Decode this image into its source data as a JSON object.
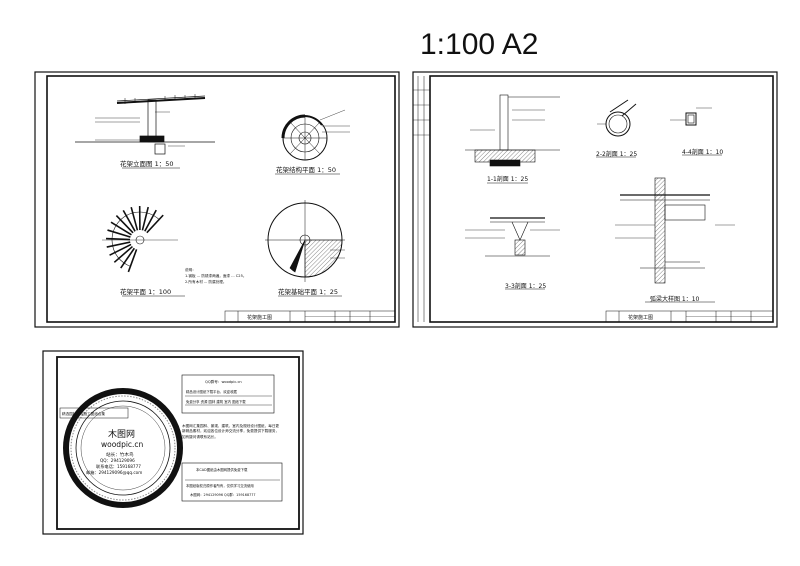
{
  "header": {
    "scale_title": "1:100 A2"
  },
  "sheet1": {
    "title_block": "花架施工图",
    "views": [
      {
        "label": "花架立面图 1：50"
      },
      {
        "label": "花架结构平面 1：50"
      },
      {
        "label": "花架平面 1：100"
      },
      {
        "label": "花架基础平面 1：25"
      }
    ],
    "notes": [
      "说明：",
      "1.钢板 ... 防锈漆两遍，面漆 ... C25。",
      "2.所有木材 ... 防腐处理。"
    ]
  },
  "sheet2": {
    "title_block": "花架施工图",
    "details": [
      {
        "label": "1-1剖面 1：25"
      },
      {
        "label": "2-2剖面 1：25"
      },
      {
        "label": "4-4剖面 1：10"
      },
      {
        "label": "3-3剖面 1：25"
      },
      {
        "label": "弧梁大样图 1：10"
      }
    ]
  },
  "ad": {
    "circle": {
      "brand": "木图网",
      "site": "woodpic.cn",
      "station": "站长：竹木鸟",
      "qq": "QQ：294129096",
      "mobile": "联系电话：159168777",
      "email": "邮箱：294129096@qq.com"
    },
    "box_top": {
      "title": "QQ群号：woodpic.cn",
      "line1": "精品设计图纸下载平台，欢迎收藏",
      "line2": "免费分享 资源 园林 建筑 室内 图纸下载"
    },
    "paragraph": "木图网汇集园林、景观、建筑、室内及规划设计图纸，每日更新精品素材，欢迎各位设计师交流分享，免费提供下载服务，如有疑问请联系站长。",
    "box_bottom": {
      "line1": "本CAD图纸由木图网提供免费下载",
      "line2": "本图纸版权归原作者所有，仅供学习交流使用",
      "line3": "木图网：294129096   QQ群：159168777"
    },
    "banner": "精选园林景观施工图纸合集"
  }
}
